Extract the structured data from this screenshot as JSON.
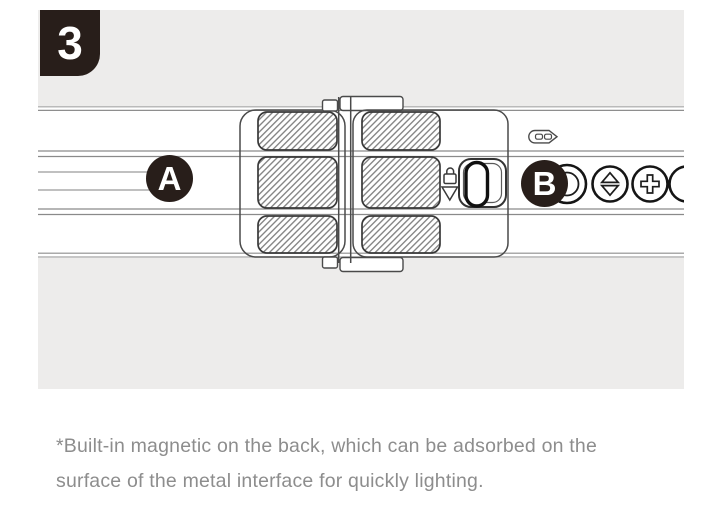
{
  "step_badge": {
    "number": "3"
  },
  "diagram": {
    "label_a": "A",
    "label_b": "B",
    "description": "Two light tubes A and B joined end-to-end; back side shown with hatched magnetic pads at the junction",
    "icons": {
      "magnetic_pads": "hatched rounded rectangles (3 per tube end)",
      "lock": "lock-icon",
      "unlock_triangle": "triangle-icon",
      "port": "usb-port-icon",
      "hidden_button": "dial-button (behind B badge)",
      "arrows_button": "up-down-arrows-button",
      "plus_button": "plus-button",
      "edge_button": "partially-visible-button"
    },
    "colors": {
      "panel_bg": "#edeceb",
      "badge_bg": "#281e1a",
      "line_art": "#4a4a4a",
      "hatch": "#7d7d7d"
    }
  },
  "caption": {
    "line1": "*Built-in magnetic on the back, which can be adsorbed on the",
    "line2": "surface of the metal interface for quickly lighting.",
    "color": "#8d8d8d"
  }
}
